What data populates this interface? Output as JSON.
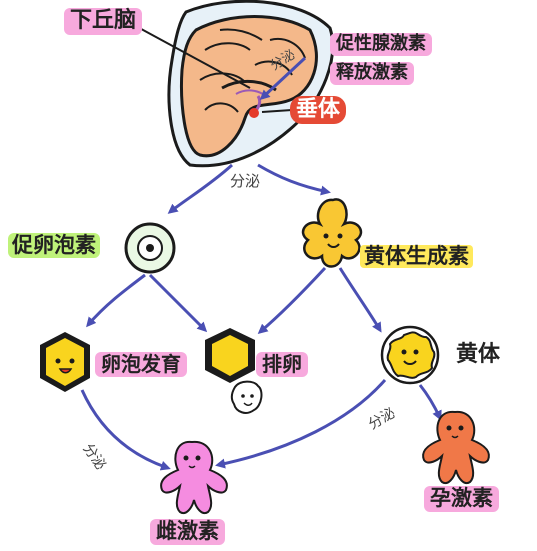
{
  "labels": {
    "hypothalamus": "下丘脑",
    "gnrh_line1": "促性腺激素",
    "gnrh_line2": "释放激素",
    "secrete": "分泌",
    "pituitary": "垂体",
    "fsh": "促卵泡素",
    "lh": "黄体生成素",
    "follicle_dev": "卵泡发育",
    "ovulation": "排卵",
    "corpus_luteum": "黄体",
    "estrogen": "雌激素",
    "progesterone": "孕激素"
  },
  "colors": {
    "arrow": "#4a4fb3",
    "brain": "#f4b88a",
    "skull": "#e6f0f8",
    "pituitary": "#e53a2a",
    "highlight_pink": "#f7a9dd",
    "highlight_yellow": "#ffe95c",
    "highlight_green": "#bff27a",
    "highlight_red": "#e54a35",
    "hormone_pink": "#f58ce0",
    "hormone_orange": "#f07848"
  }
}
